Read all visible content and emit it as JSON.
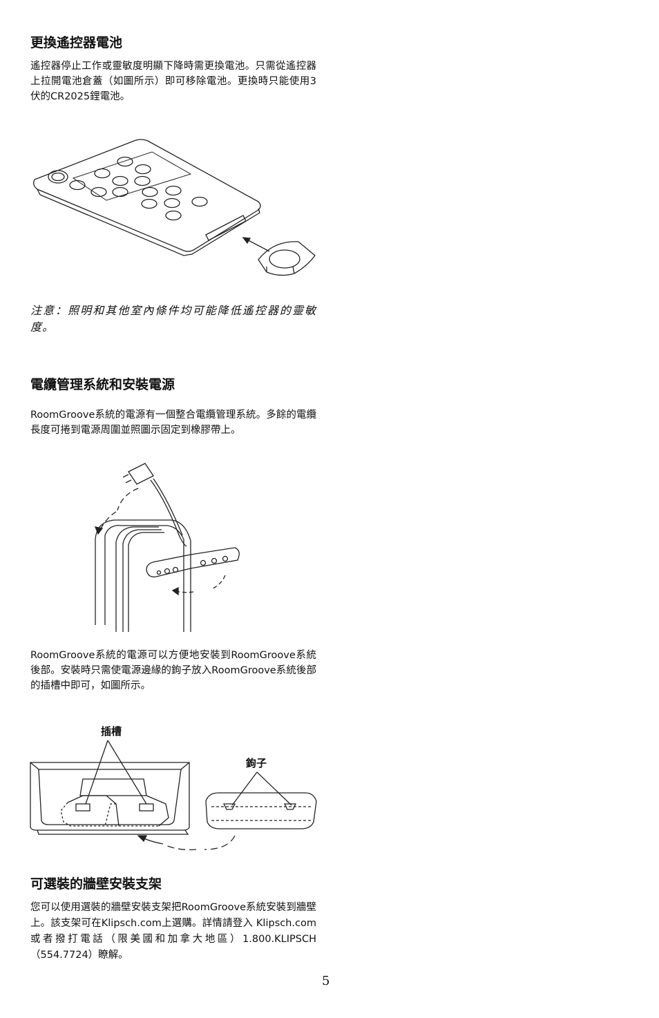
{
  "sections": {
    "battery": {
      "heading": "更換遙控器電池",
      "body": "遙控器停止工作或靈敏度明顯下降時需更換電池。只需從遙控器上拉開電池倉蓋（如圖所示）即可移除電池。更換時只能使用3伏的CR2025鋰電池。",
      "note": "注意：照明和其他室內條件均可能降低遙控器的靈敏度。"
    },
    "cable": {
      "heading": "電纜管理系統和安裝電源",
      "body1": "RoomGroove系統的電源有一個整合電纜管理系統。多餘的電纜長度可捲到電源周圍並照圖示固定到橡膠帶上。",
      "body2": "RoomGroove系統的電源可以方便地安裝到RoomGroove系統後部。安裝時只需使電源邊緣的鉤子放入RoomGroove系統後部的插槽中即可，如圖所示。",
      "label_slot": "插槽",
      "label_hook": "鉤子"
    },
    "wall": {
      "heading": "可選裝的牆壁安裝支架",
      "body": "您可以使用選裝的牆壁安裝支架把RoomGroove系統安裝到牆壁上。該支架可在Klipsch.com上選購。詳情請登入 Klipsch.com 或者撥打電話（限美國和加拿大地區）1.800.KLIPSCH（554.7724）瞭解。"
    }
  },
  "page_number": "5"
}
